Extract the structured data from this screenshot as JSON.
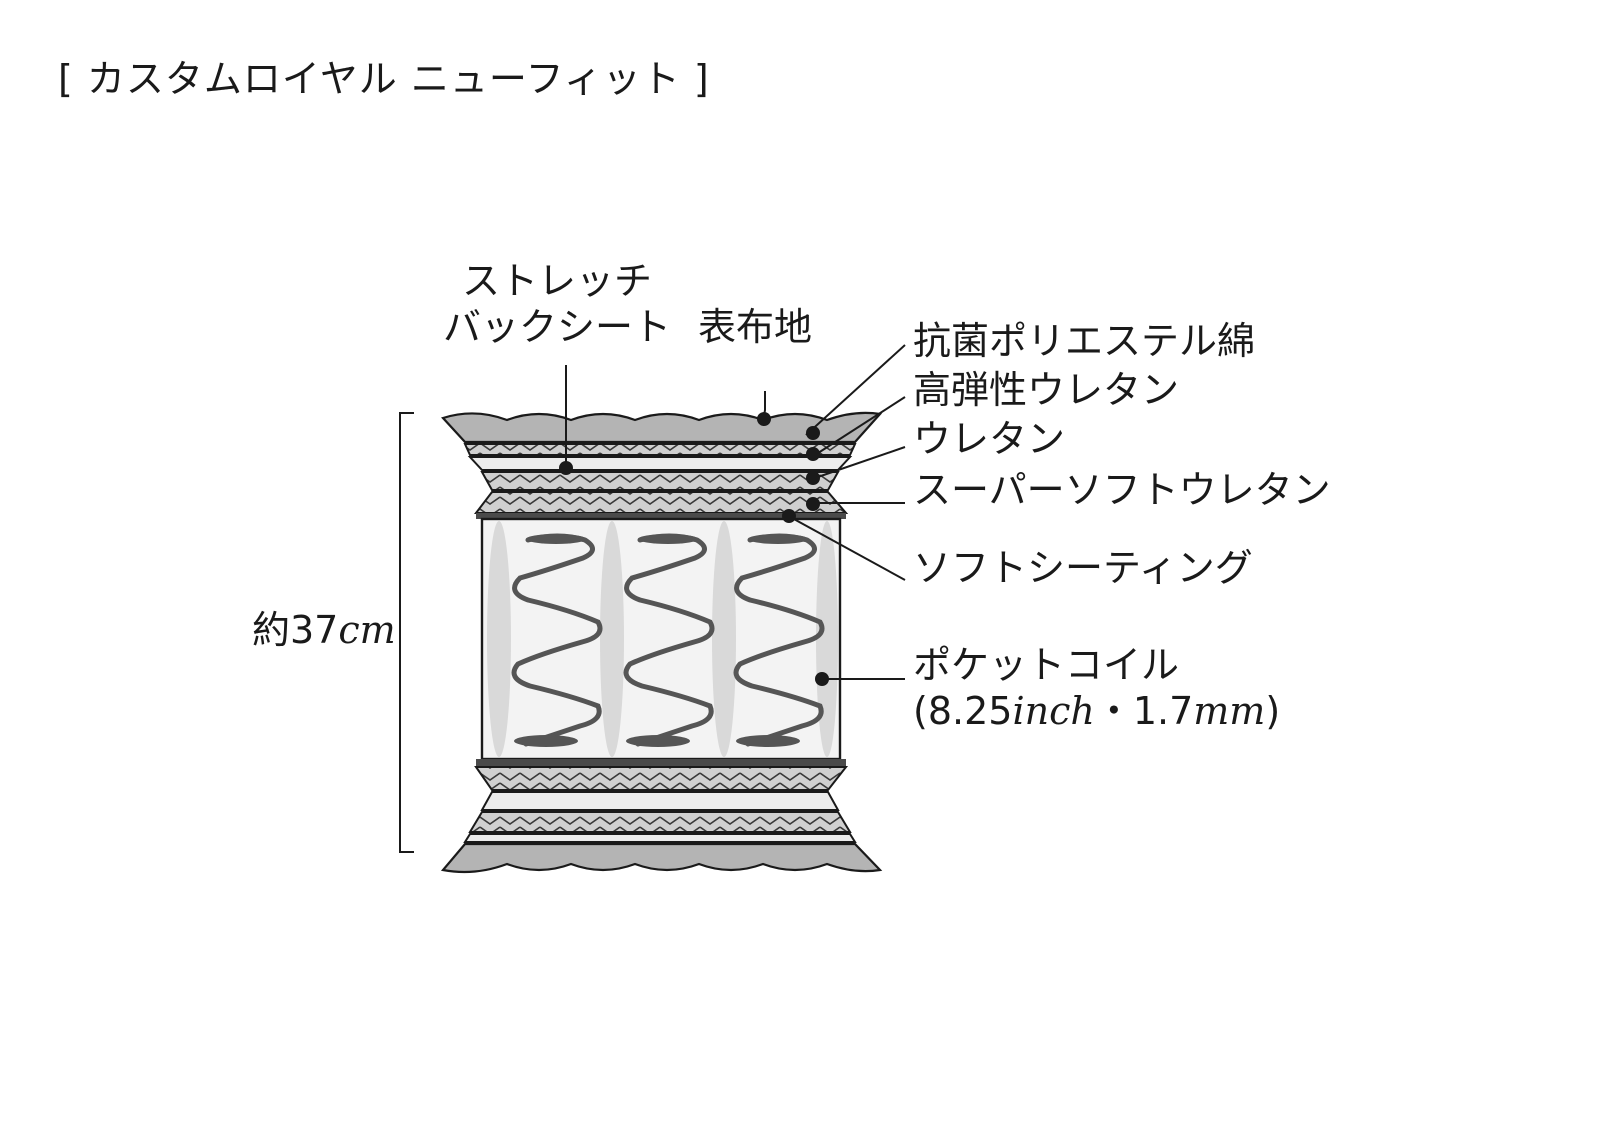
{
  "title": "[ カスタムロイヤル ニューフィット ]",
  "labels": {
    "stretch_back_sheet_line1": "ストレッチ",
    "stretch_back_sheet_line2": "バックシート",
    "cover_fabric": "表布地",
    "antibacterial_polyester": "抗菌ポリエステル綿",
    "high_resilience_urethane": "高弾性ウレタン",
    "urethane": "ウレタン",
    "super_soft_urethane": "スーパーソフトウレタン",
    "soft_sheeting": "ソフトシーティング",
    "pocket_coil": "ポケットコイル",
    "pocket_coil_spec_open": "(8.25",
    "pocket_coil_spec_inch": "inch",
    "pocket_coil_spec_mid": "・1.7",
    "pocket_coil_spec_mm": "mm",
    "pocket_coil_spec_close": ")",
    "height_prefix": "約37",
    "height_unit": "cm"
  },
  "colors": {
    "outline": "#1a1a1a",
    "fabric": "#b4b4b4",
    "quilt_light": "#dcdcdc",
    "coil": "#555555",
    "pocket": "#d9d9d9"
  }
}
